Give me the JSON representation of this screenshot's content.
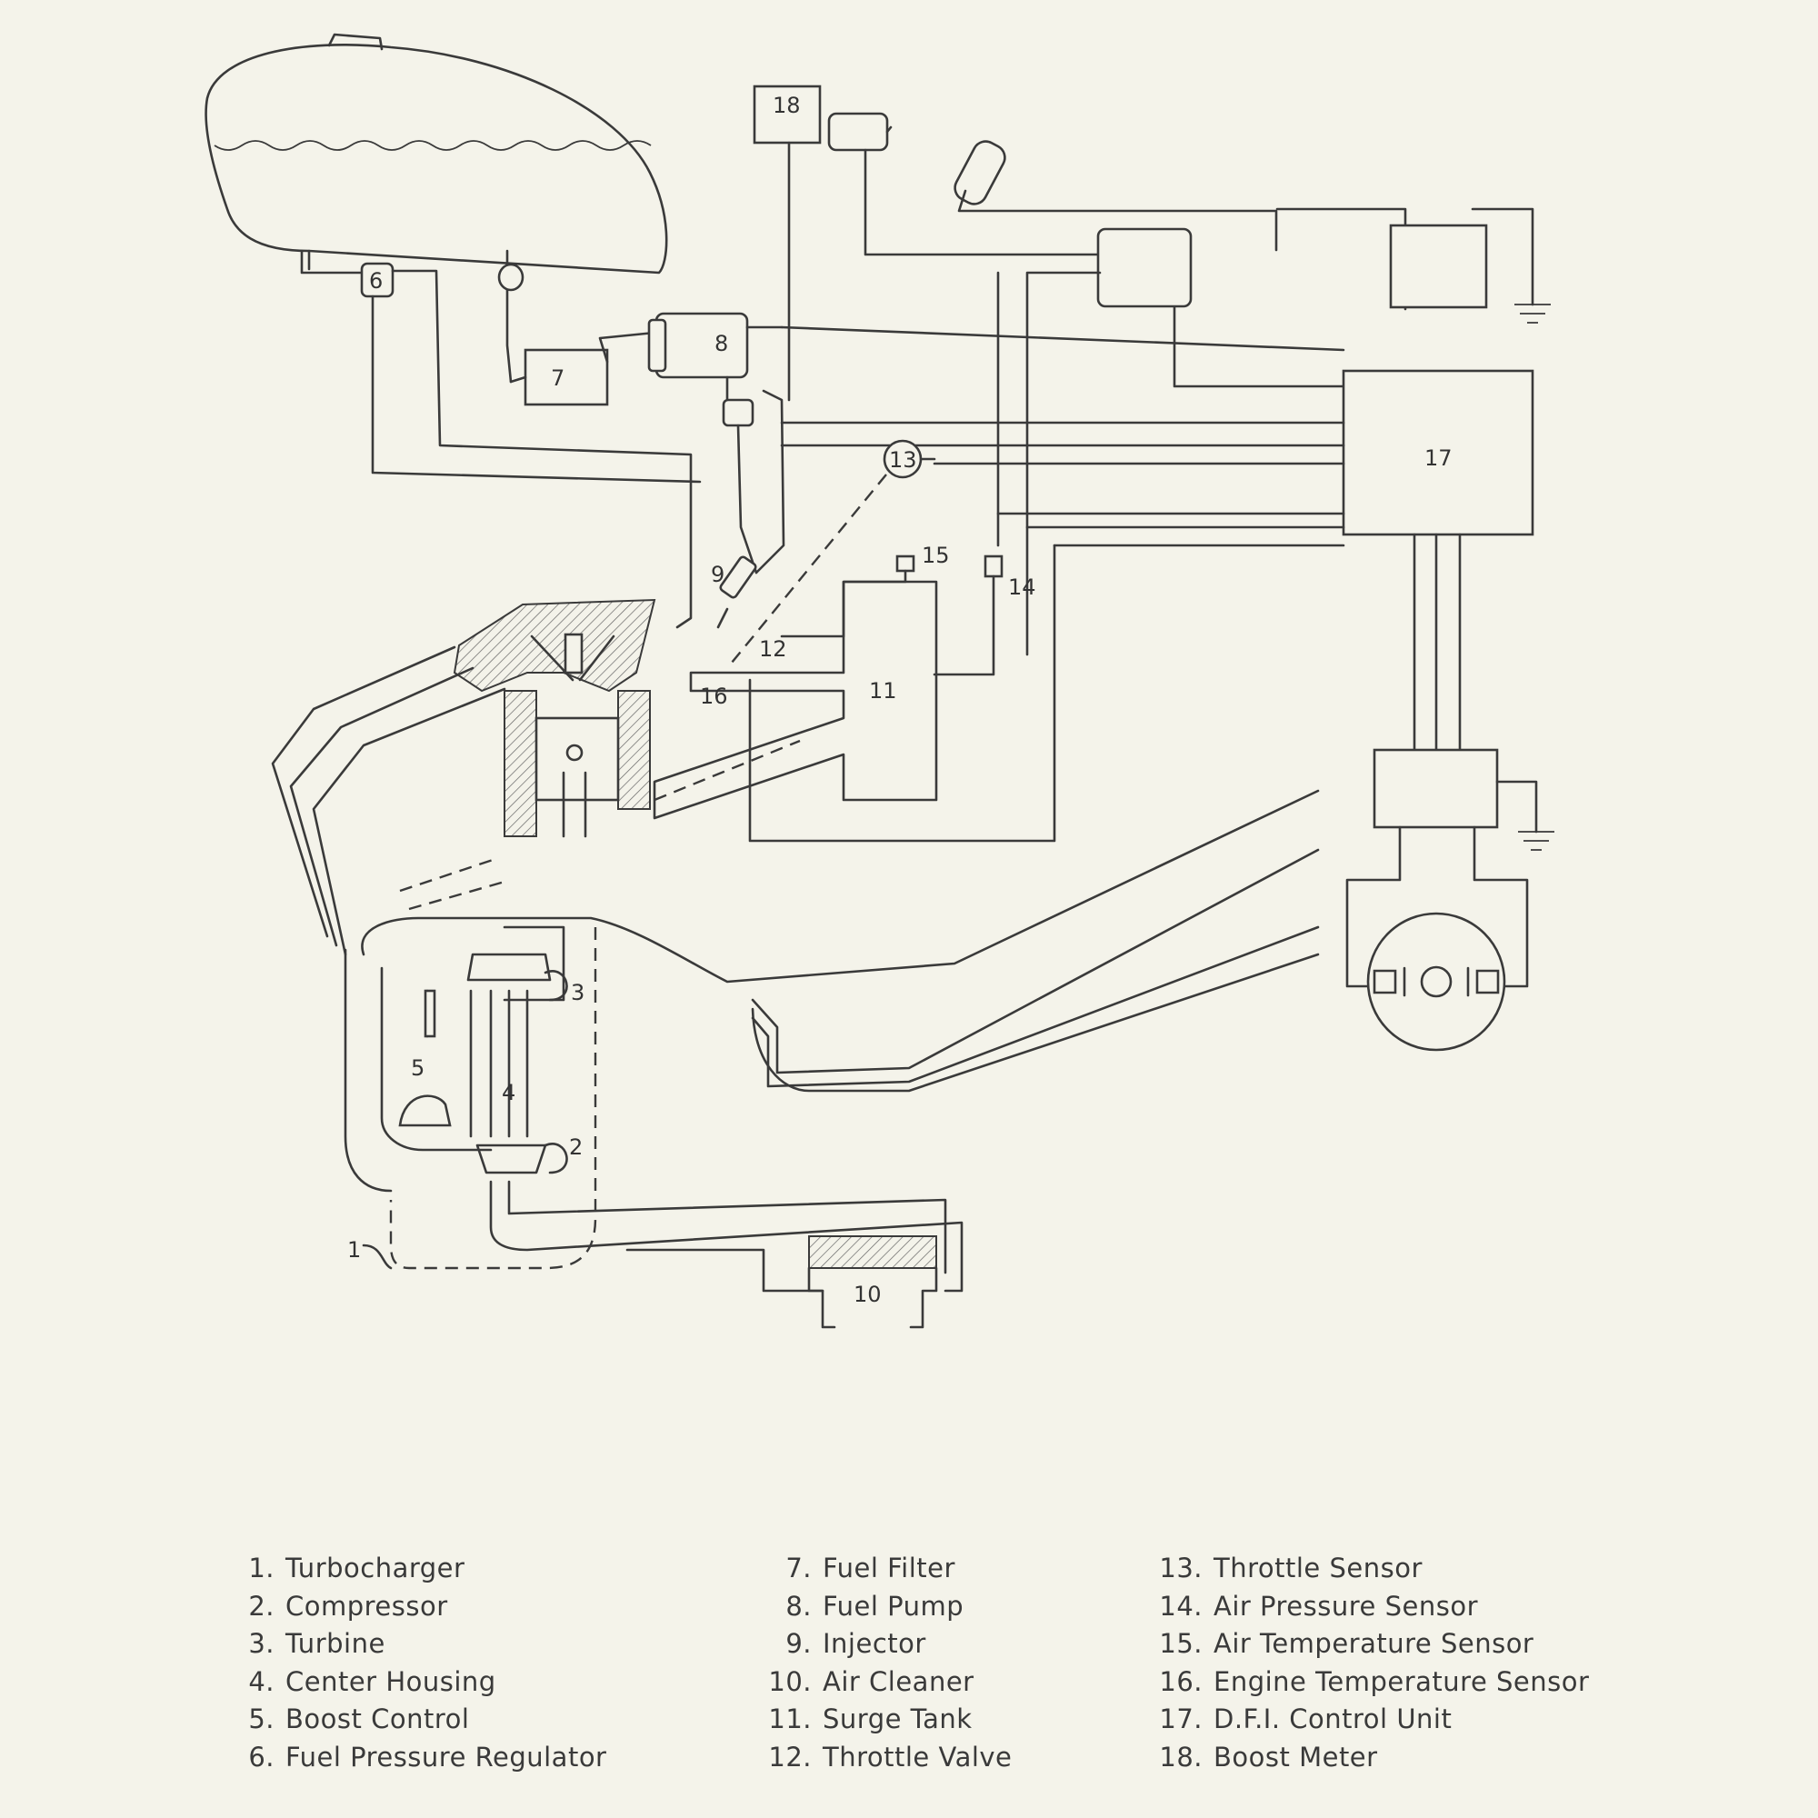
{
  "diagram_labels": [
    "1",
    "2",
    "3",
    "4",
    "5",
    "6",
    "7",
    "8",
    "9",
    "10",
    "11",
    "12",
    "13",
    "14",
    "15",
    "16",
    "17",
    "18"
  ],
  "legend": [
    [
      {
        "n": "1.",
        "label": "Turbocharger"
      },
      {
        "n": "2.",
        "label": "Compressor"
      },
      {
        "n": "3.",
        "label": "Turbine"
      },
      {
        "n": "4.",
        "label": "Center Housing"
      },
      {
        "n": "5.",
        "label": "Boost Control"
      },
      {
        "n": "6.",
        "label": "Fuel Pressure Regulator"
      }
    ],
    [
      {
        "n": "7.",
        "label": "Fuel Filter"
      },
      {
        "n": "8.",
        "label": "Fuel Pump"
      },
      {
        "n": "9.",
        "label": "Injector"
      },
      {
        "n": "10.",
        "label": "Air Cleaner"
      },
      {
        "n": "11.",
        "label": "Surge Tank"
      },
      {
        "n": "12.",
        "label": "Throttle Valve"
      }
    ],
    [
      {
        "n": "13.",
        "label": "Throttle Sensor"
      },
      {
        "n": "14.",
        "label": "Air Pressure Sensor"
      },
      {
        "n": "15.",
        "label": "Air Temperature Sensor"
      },
      {
        "n": "16.",
        "label": "Engine Temperature Sensor"
      },
      {
        "n": "17.",
        "label": "D.F.I. Control Unit"
      },
      {
        "n": "18.",
        "label": "Boost Meter"
      }
    ]
  ]
}
